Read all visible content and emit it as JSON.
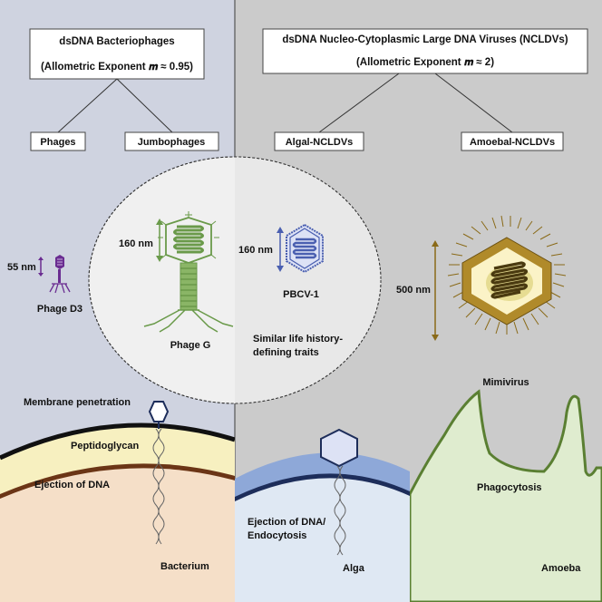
{
  "left_group": {
    "title": "dsDNA Bacteriophages",
    "exponent": "(Allometric Exponent 𝒎 ≈ 0.95)",
    "children": [
      "Phages",
      "Jumbophages"
    ]
  },
  "right_group": {
    "title": "dsDNA Nucleo-Cytoplasmic Large DNA Viruses (NCLDVs)",
    "exponent": "(Allometric Exponent 𝒎 ≈ 2)",
    "children": [
      "Algal-NCLDVs",
      "Amoebal-NCLDVs"
    ]
  },
  "viruses": {
    "phage_d3": {
      "name": "Phage D3",
      "size": "55 nm"
    },
    "phage_g": {
      "name": "Phage G",
      "size": "160 nm"
    },
    "pbcv1": {
      "name": "PBCV-1",
      "size": "160 nm"
    },
    "mimivirus": {
      "name": "Mimivirus",
      "size": "500 nm"
    }
  },
  "shared_note": [
    "Similar life history-",
    "defining traits"
  ],
  "bacterium": {
    "membrane": "Membrane penetration",
    "peptidoglycan": "Peptidoglycan",
    "ejection": "Ejection of DNA",
    "label": "Bacterium"
  },
  "alga": {
    "ejection": [
      "Ejection of DNA/",
      "Endocytosis"
    ],
    "label": "Alga"
  },
  "amoeba": {
    "process": "Phagocytosis",
    "label": "Amoeba"
  },
  "colors": {
    "left_bg": "#cfd3e0",
    "right_bg": "#cbcbcb",
    "phage_green": "#6a9a4a",
    "phage_purple": "#6a2c91",
    "pbcv_blue": "#4a5fb0",
    "mimi_gold": "#8a6a18",
    "bacterium_fill": "#f5dfc8",
    "peptidoglycan": "#f7f0c0",
    "membrane_brown": "#6b3516",
    "alga_fill": "#dfe8f3",
    "alga_blue": "#8ea8d8",
    "amoeba_fill": "#dfeccf",
    "amoeba_green": "#5a7f32"
  }
}
